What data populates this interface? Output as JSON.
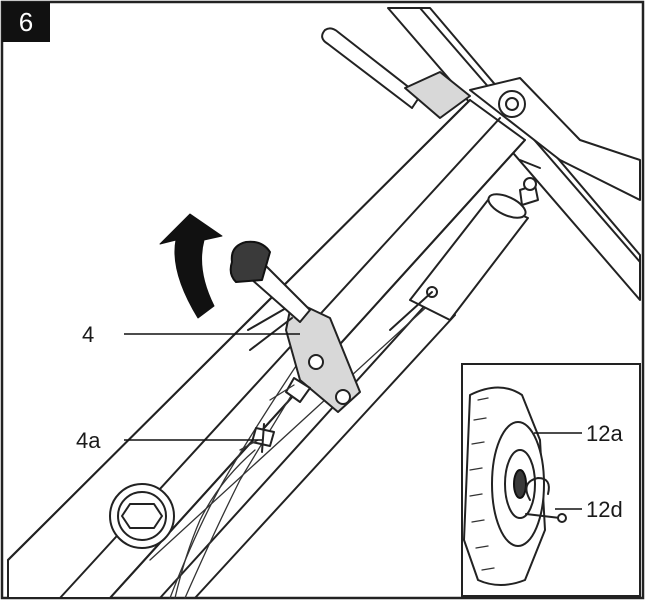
{
  "figure": {
    "step_number": "6",
    "labels": {
      "handle_lever": "4",
      "lever_screw": "4a",
      "wheel": "12a",
      "wheel_clip": "12d"
    }
  }
}
